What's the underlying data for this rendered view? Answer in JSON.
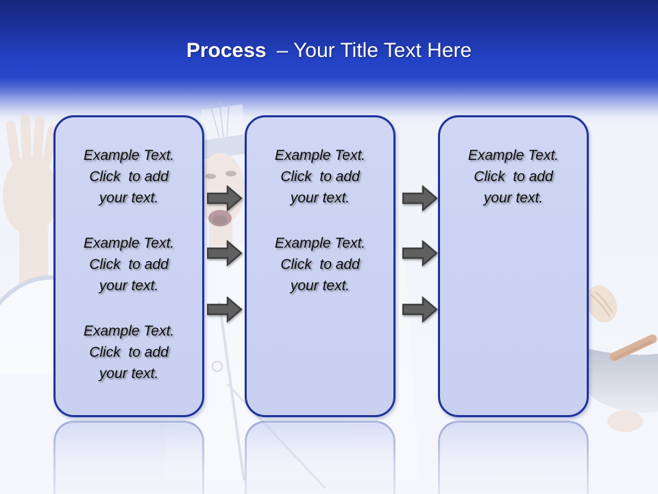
{
  "slide_title": {
    "bold": "Process",
    "rest": "– Your Title Text Here"
  },
  "boxes": [
    {
      "name": "step-1",
      "blocks": [
        "Example Text.\nClick  to add\nyour text.",
        "Example Text.\nClick  to add\nyour text.",
        "Example Text.\nClick  to add\nyour text."
      ]
    },
    {
      "name": "step-2",
      "blocks": [
        "Example Text.\nClick  to add\nyour text.",
        "Example Text.\nClick  to add\nyour text."
      ]
    },
    {
      "name": "step-3",
      "blocks": [
        "Example Text.\nClick  to add\nyour text."
      ]
    }
  ],
  "icons": {
    "arrow": "right-arrow",
    "backdrop": "chef-tossing-wok-photo"
  },
  "colors": {
    "header_top": "#16257C",
    "header_blue": "#2342C4",
    "box_fill": "#CCD3F2",
    "box_border": "#1E339C",
    "arrow_fill": "#606060",
    "arrow_outline": "#3D3D3D",
    "title_color": "#FFFFFF",
    "text_color": "#0B0B0B"
  }
}
